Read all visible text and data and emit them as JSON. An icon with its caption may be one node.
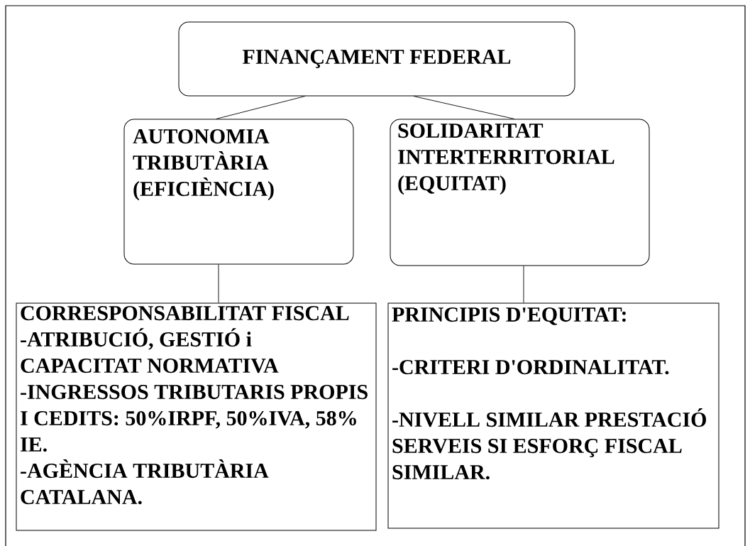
{
  "diagram": {
    "nodes": [
      {
        "text": [
          "FINANÇAMENT FEDERAL"
        ]
      },
      {
        "text": [
          "AUTONOMIA TRIBUTÀRIA (EFICIÈNCIA)"
        ]
      },
      {
        "text": [
          "SOLIDARITAT INTERTERRITORIAL (EQUITAT)"
        ]
      },
      {
        "text": [
          "CORRESPONSABILITAT FISCAL",
          "-ATRIBUCIÓ, GESTIÓ i CAPACITAT NORMATIVA",
          "-INGRESSOS TRIBUTARIS PROPIS I CEDITS: 50%IRPF, 50%IVA, 58% IE.",
          "-AGÈNCIA TRIBUTÀRIA CATALANA."
        ]
      },
      {
        "text": [
          "PRINCIPIS D'EQUITAT:",
          "-CRITERI D'ORDINALITAT.",
          "-NIVELL SIMILAR PRESTACIÓ SERVEIS SI ESFORÇ FISCAL SIMILAR."
        ]
      }
    ],
    "edges": [
      {
        "from": 0,
        "to": 1,
        "arrow": "none"
      },
      {
        "from": 0,
        "to": 2,
        "arrow": "none"
      },
      {
        "from": 1,
        "to": 3,
        "arrow": "none"
      },
      {
        "from": 2,
        "to": 4,
        "arrow": "none"
      }
    ]
  }
}
